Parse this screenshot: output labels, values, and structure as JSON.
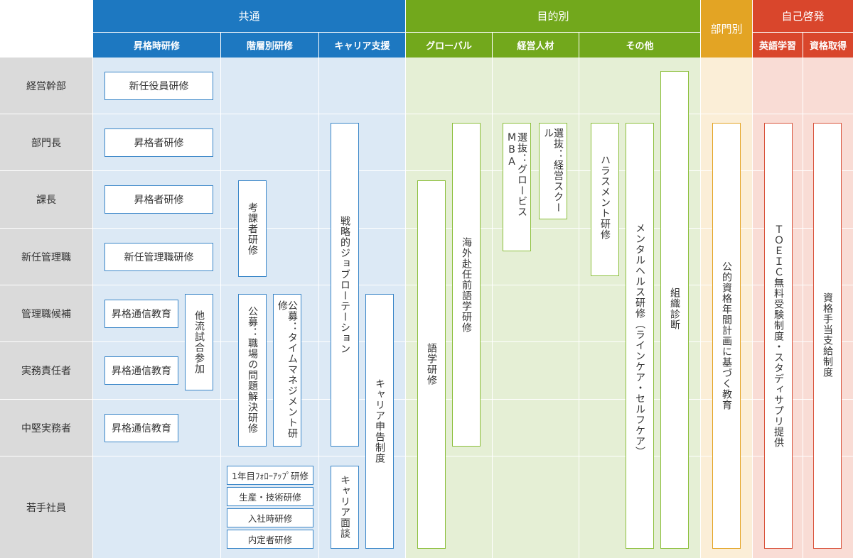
{
  "headers": {
    "common": "共通",
    "purpose": "目的別",
    "department": "部門別",
    "self": "自己啓発"
  },
  "subheaders": {
    "promotion": "昇格時研修",
    "hierarchy": "階層別研修",
    "career": "キャリア支援",
    "global": "グローバル",
    "management_talent": "経営人材",
    "other": "その他",
    "english": "英語学習",
    "qualification": "資格取得"
  },
  "rows": [
    "経営幹部",
    "部門長",
    "課長",
    "新任管理職",
    "管理職候補",
    "実務責任者",
    "中堅実務者",
    "若手社員"
  ],
  "boxes": {
    "new_officer": "新任役員研修",
    "promo_dept_head": "昇格者研修",
    "promo_section_chief": "昇格者研修",
    "new_manager": "新任管理職研修",
    "corr_1": "昇格通信教育",
    "corr_2": "昇格通信教育",
    "corr_3": "昇格通信教育",
    "other_dojo": "他流試合参加",
    "think_chief": "考課者研修",
    "public_problem": "公募：職場の問題解決研修",
    "public_time": "公募：タイムマネジメント研修",
    "followup": "1年目ﾌｫﾛｰｱｯﾌﾟ研修",
    "production": "生産・技術研修",
    "joining": "入社時研修",
    "naitei": "内定者研修",
    "job_rotation": "戦略的ジョブローテーション",
    "career_report": "キャリア申告制度",
    "career_interview": "キャリア面談",
    "language": "語学研修",
    "overseas": "海外赴任前語学研修",
    "mba": "選抜：グロービスMBA",
    "mgmt_school": "選抜：経営スクール",
    "harassment": "ハラスメント研修",
    "mental": "メンタルヘルス研修（ラインケア・セルフケア）",
    "org_diag": "組織診断",
    "public_qual": "公的資格年間計画に基づく教育",
    "toeic": "ＴＯＥＩＣ無料受験制度・スタディサプリ提供",
    "qual_allow": "資格手当支給制度"
  },
  "colors": {
    "common_header": "#1d78c1",
    "purpose_header": "#72a81c",
    "department_header": "#e3a424",
    "self_header": "#d9462c",
    "common_bg": "#dce9f5",
    "purpose_bg": "#e5efd5",
    "department_bg": "#fbeed7",
    "self_bg": "#f9dcd5",
    "row_label_bg": "#dadada"
  }
}
